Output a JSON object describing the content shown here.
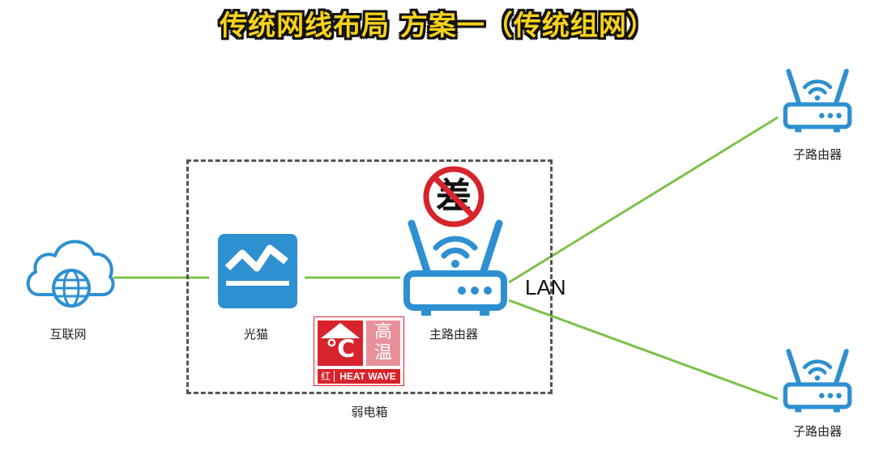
{
  "title": "传统网线布局 方案一（传统组网）",
  "nodes": {
    "internet": "互联网",
    "modem": "光猫",
    "main_router": "主路由器",
    "sub_router_top": "子路由器",
    "sub_router_bottom": "子路由器",
    "weak_box": "弱电箱"
  },
  "link_label": "LAN",
  "no_sign_text": "差",
  "heat_badge": {
    "symbol": "℃",
    "text_top": "高",
    "text_bottom": "温",
    "level": "红",
    "caption": "HEAT WAVE"
  },
  "colors": {
    "link": "#7ec04b",
    "device": "#2e90d1",
    "warning": "#d7232b",
    "heat_light": "#e8909a"
  }
}
